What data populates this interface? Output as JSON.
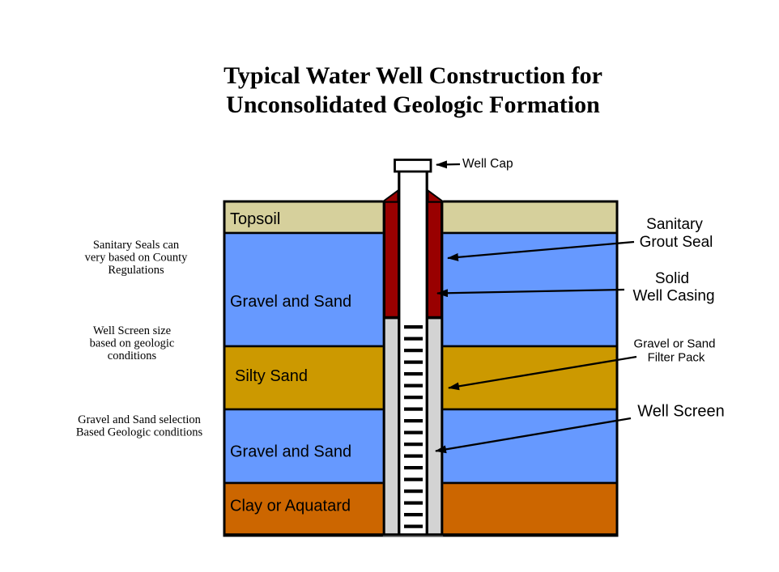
{
  "title": {
    "lines": [
      "Typical Water Well Construction for",
      "Unconsolidated Geologic Formation"
    ]
  },
  "left_notes": [
    {
      "lines": [
        "Sanitary Seals can",
        "very based on County",
        "Regulations"
      ]
    },
    {
      "lines": [
        "Well Screen size",
        "based on geologic",
        "conditions"
      ]
    },
    {
      "lines": [
        "Gravel and Sand selection",
        "Based Geologic conditions"
      ]
    }
  ],
  "layers": [
    {
      "label": "Topsoil",
      "color": "#d6d09c"
    },
    {
      "label": "Gravel and Sand",
      "color": "#6699ff"
    },
    {
      "label": "Silty Sand",
      "color": "#cc9900"
    },
    {
      "label": "Gravel and Sand",
      "color": "#6699ff"
    },
    {
      "label": "Clay or Aquatard",
      "color": "#cc6600"
    }
  ],
  "well": {
    "colors": {
      "grout": "#990000",
      "filter_pack": "#d3d3d3",
      "interior": "#ffffff",
      "outline": "#000000"
    }
  },
  "callouts": {
    "well_cap": "Well Cap",
    "grout_seal": {
      "lines": [
        "Sanitary",
        "Grout Seal"
      ]
    },
    "casing": {
      "lines": [
        "Solid",
        "Well Casing"
      ]
    },
    "filter_pack": {
      "lines": [
        "Gravel or Sand",
        "Filter Pack"
      ]
    },
    "well_screen": "Well Screen"
  }
}
